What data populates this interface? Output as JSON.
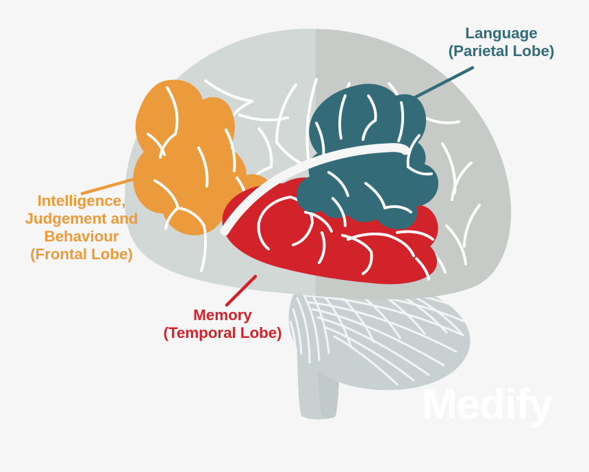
{
  "figure": {
    "title": "Brain lobe function diagram",
    "background_color": "#f6f6f6"
  },
  "labels": {
    "frontal": {
      "line1": "Intelligence,",
      "line2": "Judgement and",
      "line3": "Behaviour",
      "line4": "(Frontal Lobe)",
      "color": "#eb9a3c"
    },
    "language": {
      "line1": "Language",
      "line2": "(Parietal Lobe)",
      "color": "#336b78"
    },
    "memory": {
      "line1": "Memory",
      "line2": "(Temporal Lobe)",
      "color": "#d2232a"
    }
  },
  "watermark": {
    "text": "Medify",
    "color": "#ffffff"
  },
  "regions": {
    "frontal_lobe": {
      "name": "Frontal Lobe",
      "color": "#eb9a3c"
    },
    "parietal_lobe": {
      "name": "Parietal Lobe",
      "color": "#336b78"
    },
    "temporal_lobe": {
      "name": "Temporal Lobe",
      "color": "#d2232a"
    },
    "cerebrum_left": {
      "name": "Cerebrum left hemisphere",
      "color": "#d2d8d5"
    },
    "cerebrum_right": {
      "name": "Cerebrum right hemisphere",
      "color": "#c6cbc8"
    },
    "cerebellum": {
      "name": "Cerebellum",
      "color": "#c9d0d2"
    },
    "brainstem": {
      "name": "Brainstem",
      "color": "#c9d0d2"
    },
    "sulci": {
      "name": "Sulci lines",
      "color": "#ffffff"
    }
  }
}
